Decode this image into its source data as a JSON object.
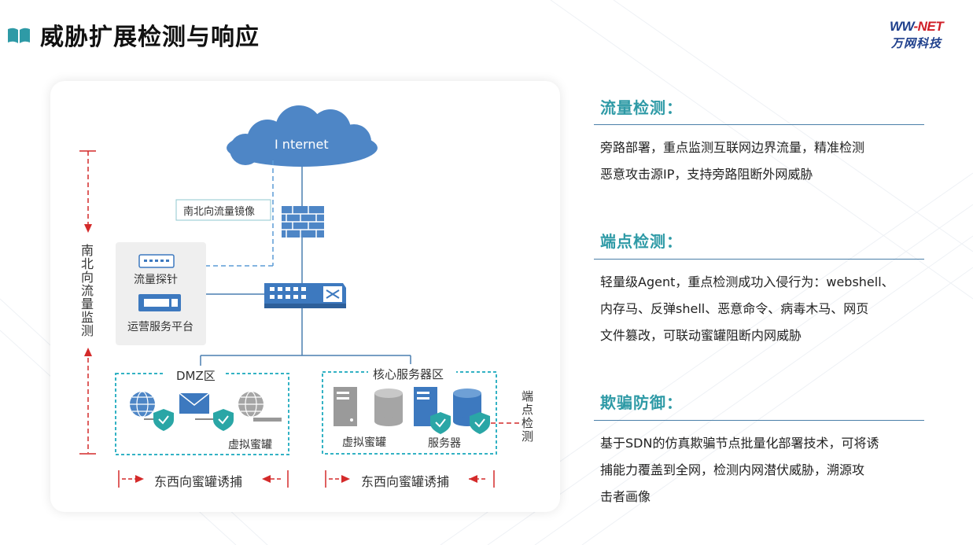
{
  "page": {
    "title": "威胁扩展检测与响应"
  },
  "logo": {
    "text_a": "WW",
    "text_b": "-NET",
    "subtitle": "万网科技",
    "colors": {
      "blue": "#1e3f8c",
      "red": "#d01e27"
    }
  },
  "diagram": {
    "internet_label": "I nternet",
    "mirror_label": "南北向流量镜像",
    "probe_label": "流量探针",
    "ops_platform_label": "运营服务平台",
    "ns_monitor_label": "南北向流量监测",
    "dmz_label": "DMZ区",
    "core_label": "核心服务器区",
    "dmz_honeypot_label": "虚拟蜜罐",
    "core_honeypot_label": "虚拟蜜罐",
    "core_server_label": "服务器",
    "endpoint_label": "端点检测",
    "ew_trap_left": "东西向蜜罐诱捕",
    "ew_trap_right": "东西向蜜罐诱捕",
    "colors": {
      "cloud": "#4e86c6",
      "device": "#3d79bf",
      "zone_border": "#33b2c4",
      "arrow_red": "#d42a2a",
      "shield": "#2aa6a6"
    }
  },
  "sections": [
    {
      "title": "流量检测：",
      "lines": [
        "旁路部署，重点监测互联网边界流量，精准检测",
        "恶意攻击源IP，支持旁路阻断外网威胁"
      ]
    },
    {
      "title": "端点检测：",
      "lines": [
        "轻量级Agent，重点检测成功入侵行为：webshell、",
        "内存马、反弹shell、恶意命令、病毒木马、网页",
        "文件篡改，可联动蜜罐阻断内网威胁"
      ]
    },
    {
      "title": "欺骗防御：",
      "lines": [
        "基于SDN的仿真欺骗节点批量化部署技术，可将诱",
        "捕能力覆盖到全网，检测内网潜伏威胁，溯源攻",
        "击者画像"
      ]
    }
  ]
}
